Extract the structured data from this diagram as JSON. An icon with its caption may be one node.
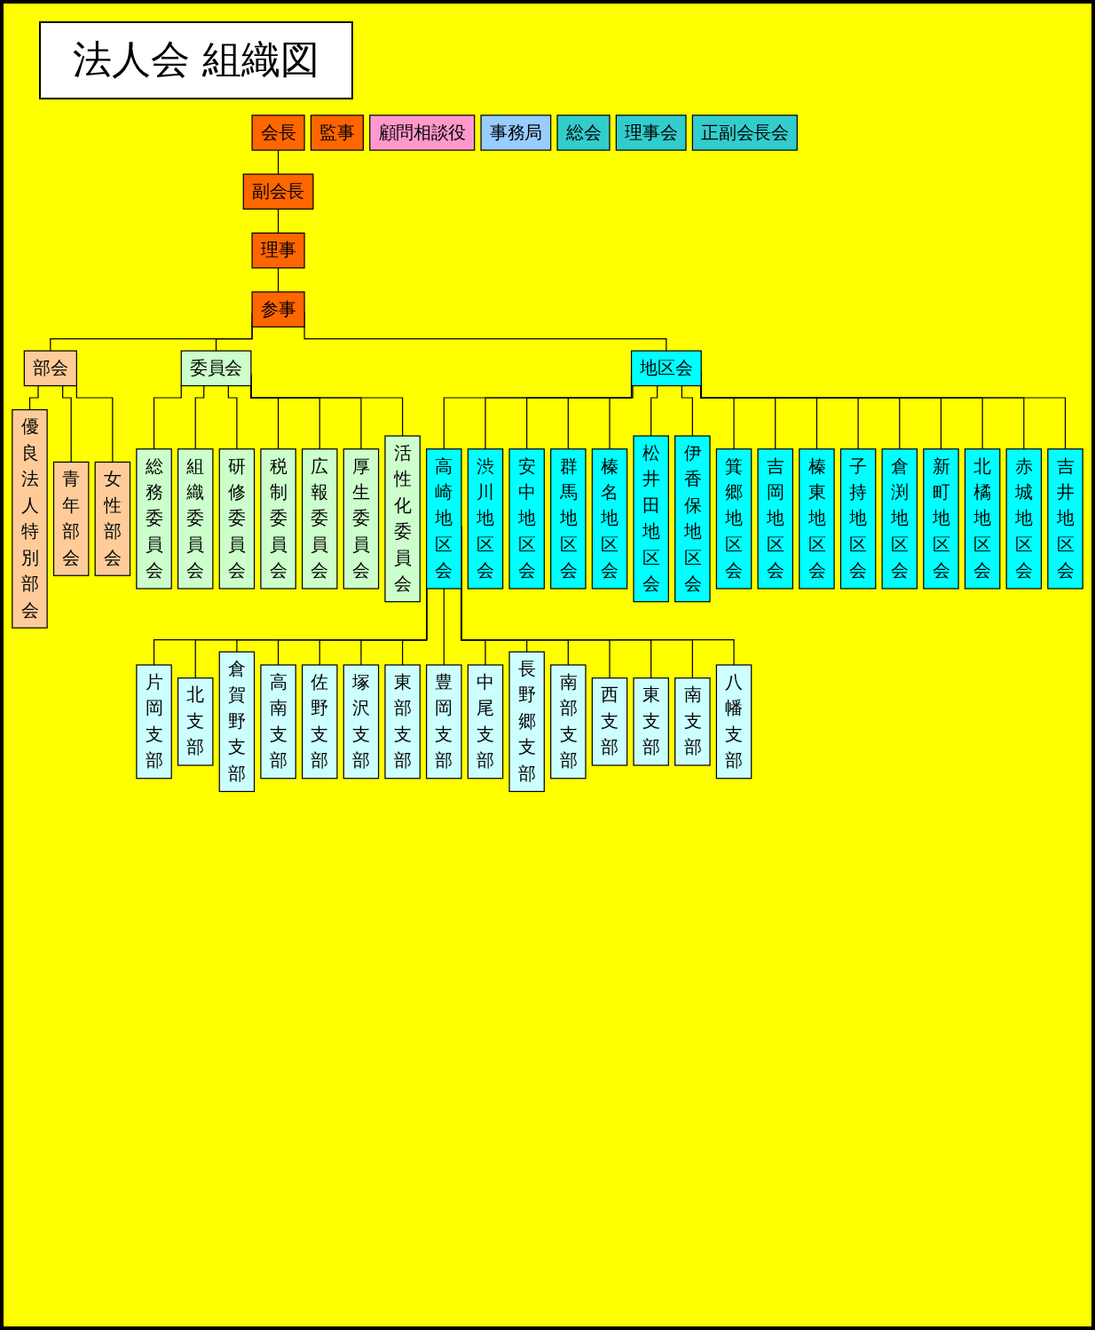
{
  "diagram": {
    "title": "法人会 組織図",
    "nodes": [
      {
        "text": [
          "会長"
        ]
      },
      {
        "text": [
          "副会長"
        ]
      },
      {
        "text": [
          "理事"
        ]
      },
      {
        "text": [
          "参事"
        ]
      },
      {
        "text": [
          "監事"
        ]
      },
      {
        "text": [
          "顧問相談役"
        ]
      },
      {
        "text": [
          "事務局"
        ]
      },
      {
        "text": [
          "総会"
        ]
      },
      {
        "text": [
          "理事会"
        ]
      },
      {
        "text": [
          "正副会長会"
        ]
      },
      {
        "text": [
          "部会"
        ]
      },
      {
        "text": [
          "委員会"
        ]
      },
      {
        "text": [
          "優良法人特別部会"
        ]
      },
      {
        "text": [
          "青年部会"
        ]
      },
      {
        "text": [
          "女性部会"
        ]
      },
      {
        "text": [
          "総務委員会"
        ]
      },
      {
        "text": [
          "組織委員会"
        ]
      },
      {
        "text": [
          "研修委員会"
        ]
      },
      {
        "text": [
          "税制委員会"
        ]
      },
      {
        "text": [
          "広報委員会"
        ]
      },
      {
        "text": [
          "厚生委員会"
        ]
      },
      {
        "text": [
          "活性化委員会"
        ]
      },
      {
        "text": [
          "地区会"
        ]
      },
      {
        "text": [
          "高崎地区会"
        ]
      },
      {
        "text": [
          "渋川地区会"
        ]
      },
      {
        "text": [
          "安中地区会"
        ]
      },
      {
        "text": [
          "群馬地区会"
        ]
      },
      {
        "text": [
          "榛名地区会"
        ]
      },
      {
        "text": [
          "松井田地区会"
        ]
      },
      {
        "text": [
          "伊香保地区会"
        ]
      },
      {
        "text": [
          "箕郷地区会"
        ]
      },
      {
        "text": [
          "吉岡地区会"
        ]
      },
      {
        "text": [
          "榛東地区会"
        ]
      },
      {
        "text": [
          "子持地区会"
        ]
      },
      {
        "text": [
          "倉渕地区会"
        ]
      },
      {
        "text": [
          "新町地区会"
        ]
      },
      {
        "text": [
          "北橘地区会"
        ]
      },
      {
        "text": [
          "赤城地区会"
        ]
      },
      {
        "text": [
          "吉井地区会"
        ]
      },
      {
        "text": [
          "片岡支部"
        ]
      },
      {
        "text": [
          "北支部"
        ]
      },
      {
        "text": [
          "倉賀野支部"
        ]
      },
      {
        "text": [
          "高南支部"
        ]
      },
      {
        "text": [
          "佐野支部"
        ]
      },
      {
        "text": [
          "塚沢支部"
        ]
      },
      {
        "text": [
          "東部支部"
        ]
      },
      {
        "text": [
          "豊岡支部"
        ]
      },
      {
        "text": [
          "中尾支部"
        ]
      },
      {
        "text": [
          "長野郷支部"
        ]
      },
      {
        "text": [
          "南部支部"
        ]
      },
      {
        "text": [
          "西支部"
        ]
      },
      {
        "text": [
          "東支部"
        ]
      },
      {
        "text": [
          "南支部"
        ]
      },
      {
        "text": [
          "八幡支部"
        ]
      }
    ],
    "edges": [
      {
        "from": 0,
        "to": 1,
        "arrow": "none"
      },
      {
        "from": 1,
        "to": 2,
        "arrow": "none"
      },
      {
        "from": 2,
        "to": 3,
        "arrow": "none"
      },
      {
        "from": 3,
        "to": 10,
        "arrow": "none"
      },
      {
        "from": 3,
        "to": 11,
        "arrow": "none"
      },
      {
        "from": 3,
        "to": 22,
        "arrow": "none"
      },
      {
        "from": 10,
        "to": 12,
        "arrow": "none"
      },
      {
        "from": 10,
        "to": 13,
        "arrow": "none"
      },
      {
        "from": 10,
        "to": 14,
        "arrow": "none"
      },
      {
        "from": 11,
        "to": 15,
        "arrow": "none"
      },
      {
        "from": 11,
        "to": 16,
        "arrow": "none"
      },
      {
        "from": 11,
        "to": 17,
        "arrow": "none"
      },
      {
        "from": 11,
        "to": 18,
        "arrow": "none"
      },
      {
        "from": 11,
        "to": 19,
        "arrow": "none"
      },
      {
        "from": 11,
        "to": 20,
        "arrow": "none"
      },
      {
        "from": 11,
        "to": 21,
        "arrow": "none"
      },
      {
        "from": 22,
        "to": 23,
        "arrow": "none"
      },
      {
        "from": 22,
        "to": 24,
        "arrow": "none"
      },
      {
        "from": 22,
        "to": 25,
        "arrow": "none"
      },
      {
        "from": 22,
        "to": 26,
        "arrow": "none"
      },
      {
        "from": 22,
        "to": 27,
        "arrow": "none"
      },
      {
        "from": 22,
        "to": 28,
        "arrow": "none"
      },
      {
        "from": 22,
        "to": 29,
        "arrow": "none"
      },
      {
        "from": 22,
        "to": 30,
        "arrow": "none"
      },
      {
        "from": 22,
        "to": 31,
        "arrow": "none"
      },
      {
        "from": 22,
        "to": 32,
        "arrow": "none"
      },
      {
        "from": 22,
        "to": 33,
        "arrow": "none"
      },
      {
        "from": 22,
        "to": 34,
        "arrow": "none"
      },
      {
        "from": 22,
        "to": 35,
        "arrow": "none"
      },
      {
        "from": 22,
        "to": 36,
        "arrow": "none"
      },
      {
        "from": 22,
        "to": 37,
        "arrow": "none"
      },
      {
        "from": 22,
        "to": 38,
        "arrow": "none"
      },
      {
        "from": 23,
        "to": 39,
        "arrow": "none"
      },
      {
        "from": 23,
        "to": 40,
        "arrow": "none"
      },
      {
        "from": 23,
        "to": 41,
        "arrow": "none"
      },
      {
        "from": 23,
        "to": 42,
        "arrow": "none"
      },
      {
        "from": 23,
        "to": 43,
        "arrow": "none"
      },
      {
        "from": 23,
        "to": 44,
        "arrow": "none"
      },
      {
        "from": 23,
        "to": 45,
        "arrow": "none"
      },
      {
        "from": 23,
        "to": 46,
        "arrow": "none"
      },
      {
        "from": 23,
        "to": 47,
        "arrow": "none"
      },
      {
        "from": 23,
        "to": 48,
        "arrow": "none"
      },
      {
        "from": 23,
        "to": 49,
        "arrow": "none"
      },
      {
        "from": 23,
        "to": 50,
        "arrow": "none"
      },
      {
        "from": 23,
        "to": 51,
        "arrow": "none"
      },
      {
        "from": 23,
        "to": 52,
        "arrow": "none"
      },
      {
        "from": 23,
        "to": 53,
        "arrow": "none"
      }
    ]
  }
}
